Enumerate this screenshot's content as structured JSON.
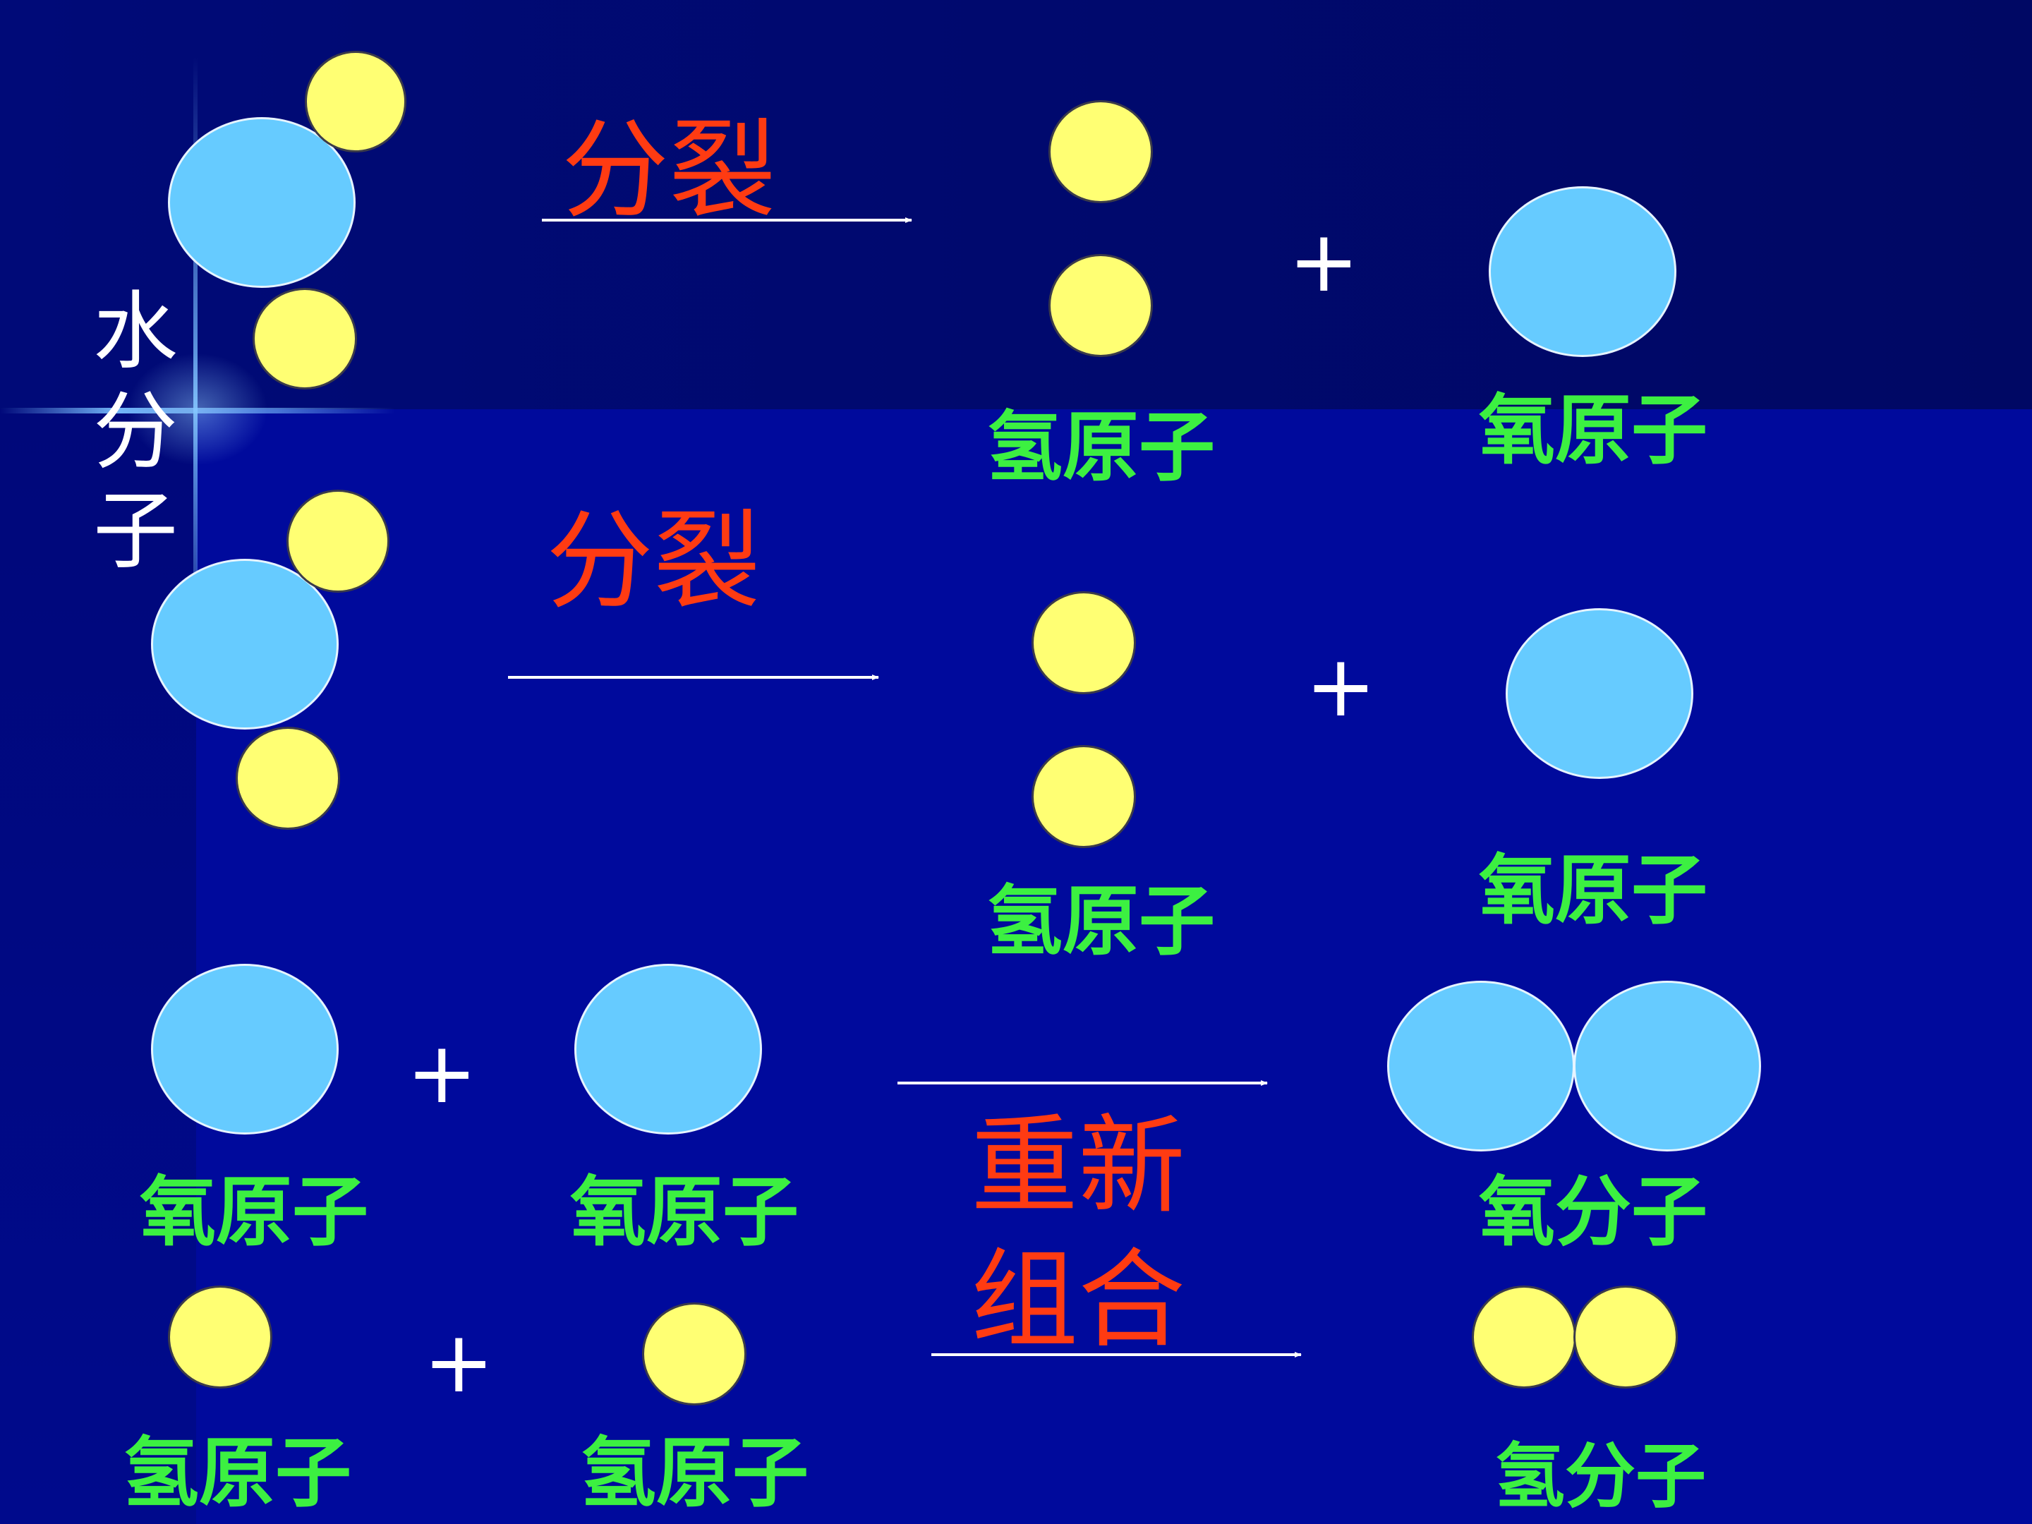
{
  "molecule_label": "水分子",
  "plus_sign": "+",
  "row1": {
    "action": "分裂",
    "products": [
      "氢原子",
      "氧原子"
    ]
  },
  "row2": {
    "action": "分裂",
    "products": [
      "氢原子",
      "氧原子"
    ]
  },
  "recombine_action": "重新组合",
  "row3": {
    "reactants": [
      "氧原子",
      "氧原子"
    ],
    "product": "氧分子"
  },
  "row4": {
    "reactants": [
      "氢原子",
      "氢原子"
    ],
    "product": "氢分子"
  },
  "colors": {
    "background": "#000a9c",
    "hydrogen": "#ffff73",
    "oxygen": "#66cbff",
    "label": "#3cf041",
    "action": "#ff3b12"
  }
}
